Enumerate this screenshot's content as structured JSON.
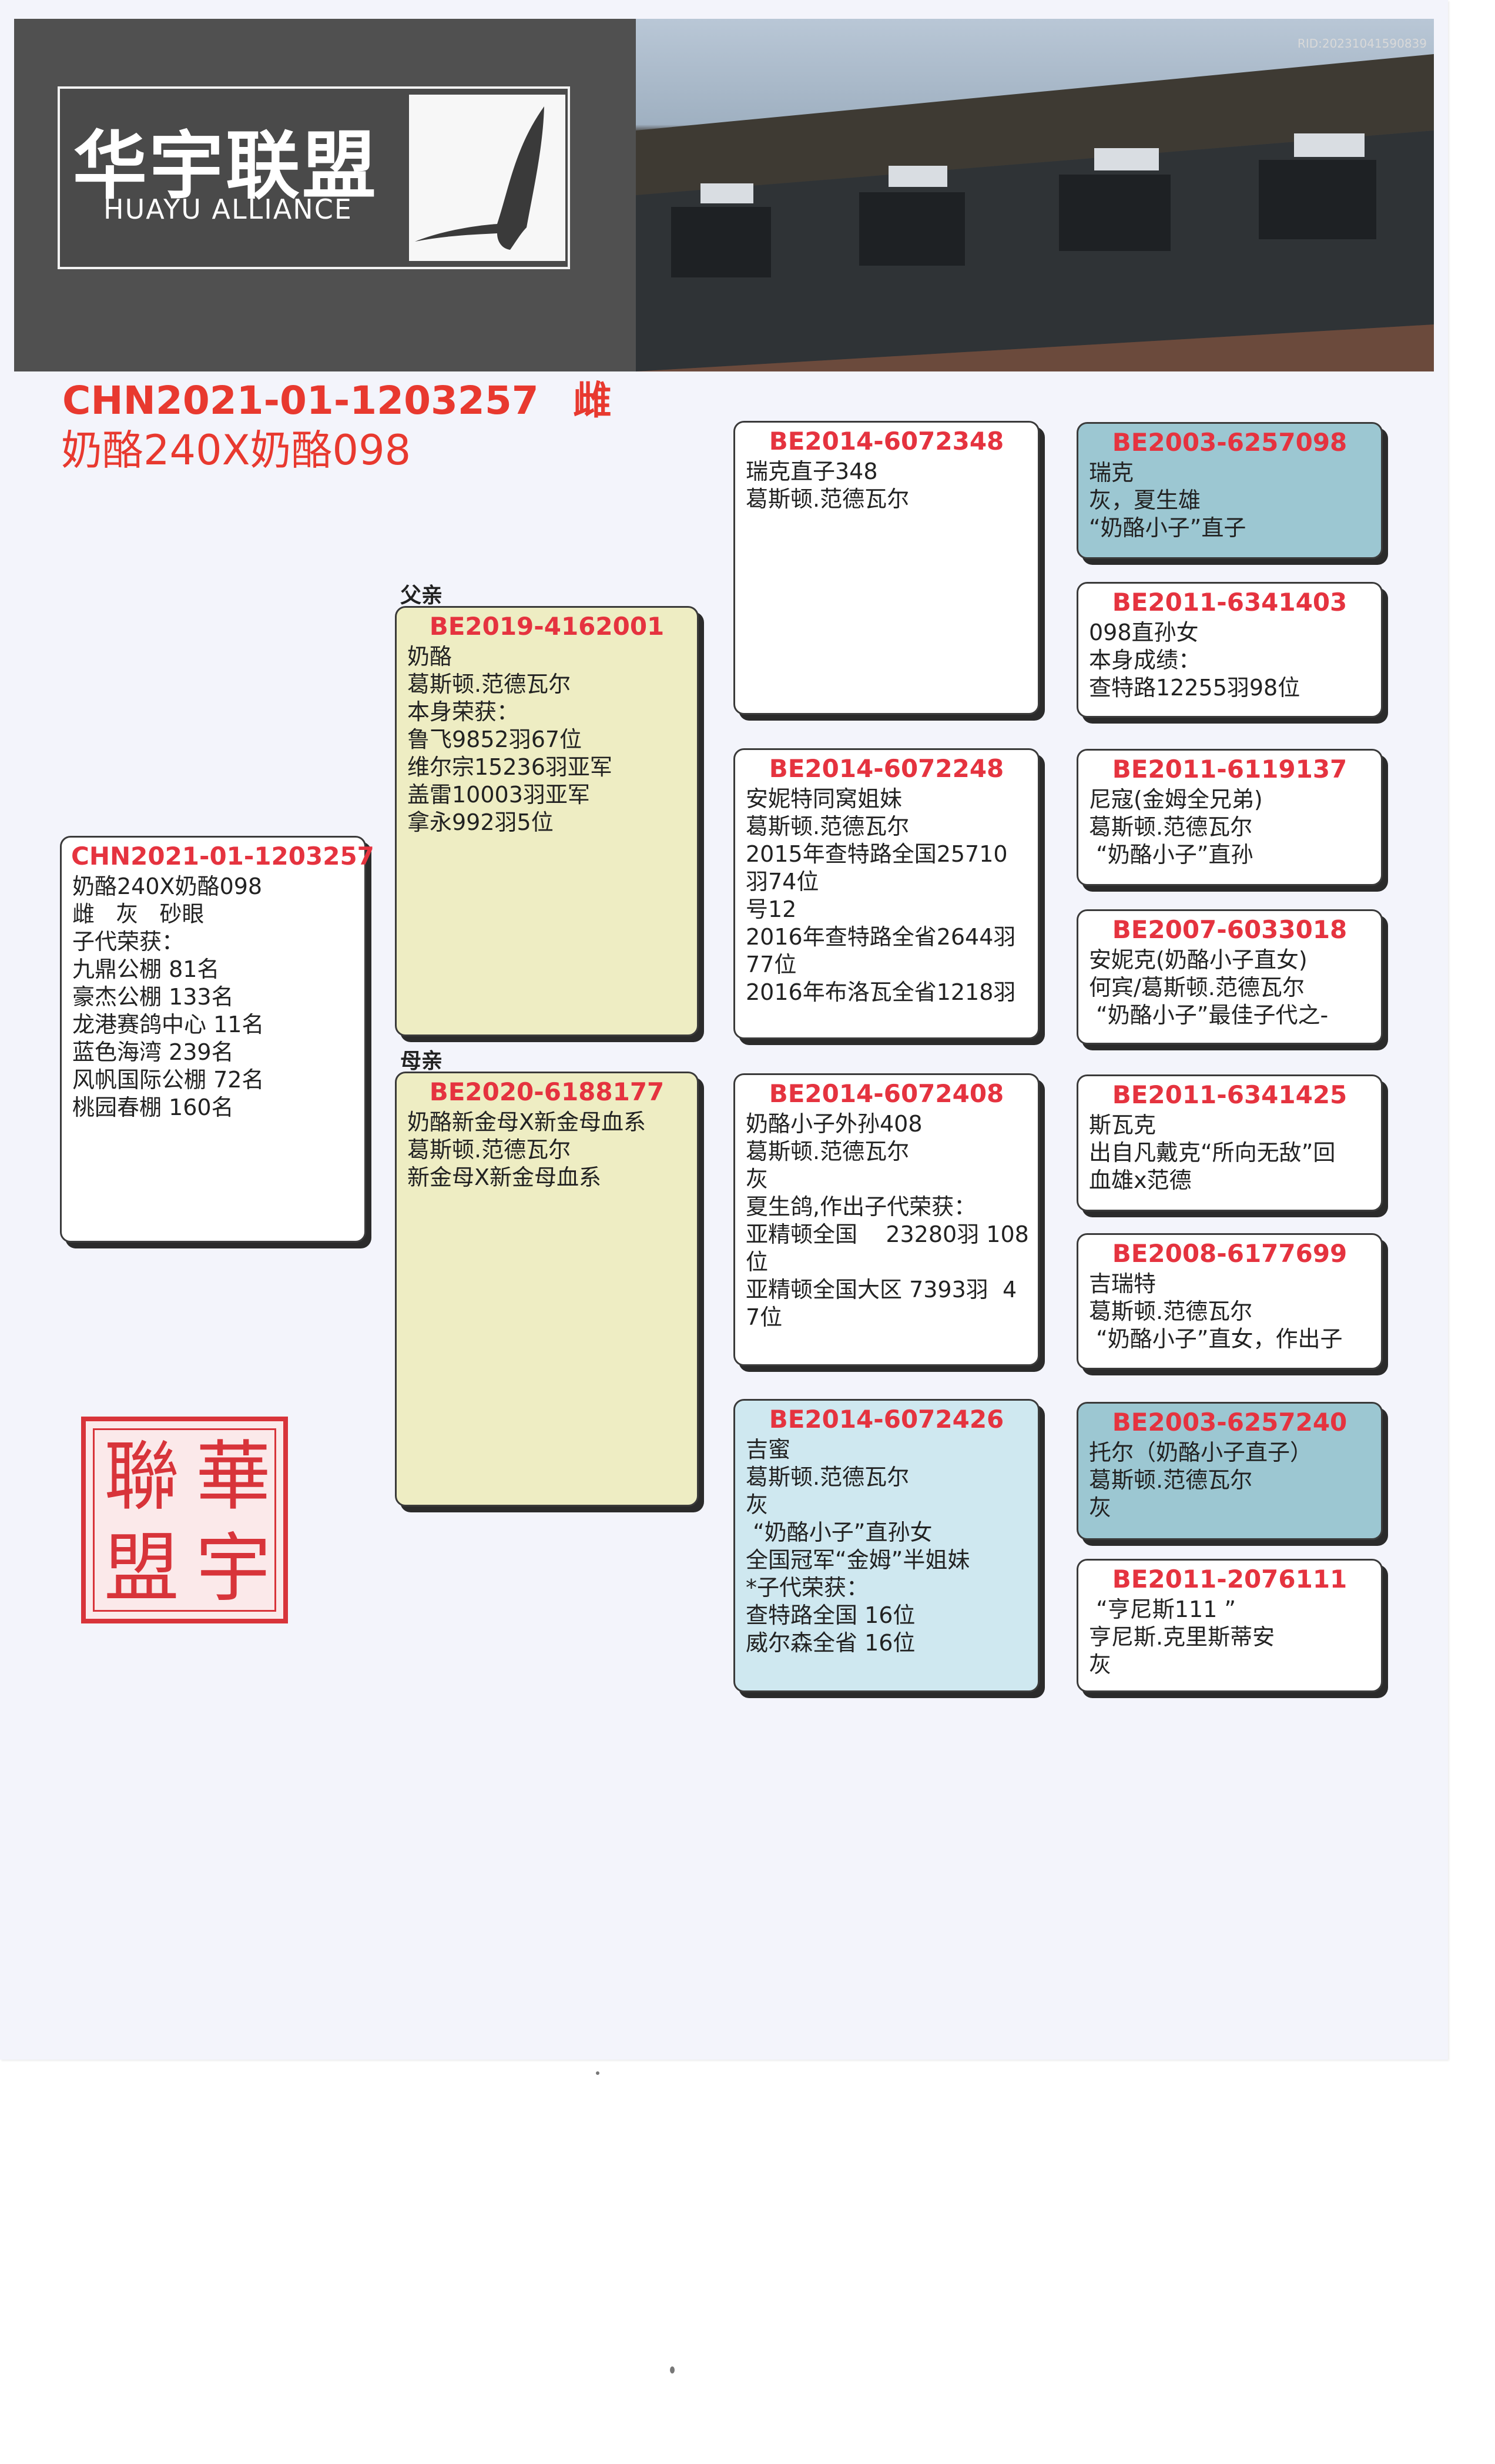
{
  "header": {
    "logo_cn": "华宇联盟",
    "logo_en": "HUAYU ALLIANCE",
    "photo_id": "RID:20231041590839",
    "ring": "CHN2021-01-1203257",
    "sex": "雌",
    "pedigree": "奶酪240X奶酪098"
  },
  "tags": {
    "father": "父亲",
    "mother": "母亲"
  },
  "subject": {
    "ring": "CHN2021-01-1203257",
    "lines": [
      "奶酪240X奶酪098",
      "雌   灰   砂眼",
      "子代荣获：",
      "九鼎公棚 81名",
      "豪杰公棚 133名",
      "龙港赛鸽中心 11名",
      "蓝色海湾 239名",
      "风帆国际公棚 72名",
      "桃园春棚 160名"
    ]
  },
  "sire": {
    "ring": "BE2019-4162001",
    "lines": [
      "奶酪",
      "葛斯顿.范德瓦尔",
      "本身荣获：",
      "鲁飞9852羽67位",
      "维尔宗15236羽亚军",
      "盖雷10003羽亚军",
      "拿永992羽5位"
    ]
  },
  "dam": {
    "ring": "BE2020-6188177",
    "lines": [
      "奶酪新金母X新金母血系",
      "葛斯顿.范德瓦尔",
      "新金母X新金母血系"
    ]
  },
  "grandparents": [
    {
      "ring": "BE2014-6072348",
      "lines": [
        "瑞克直子348",
        "葛斯顿.范德瓦尔"
      ]
    },
    {
      "ring": "BE2014-6072248",
      "lines": [
        "安妮特同窝姐妹",
        "葛斯顿.范德瓦尔",
        "2015年查特路全国25710",
        "羽74位",
        "号12",
        "2016年查特路全省2644羽",
        "77位",
        "2016年布洛瓦全省1218羽"
      ]
    },
    {
      "ring": "BE2014-6072408",
      "lines": [
        "奶酪小子外孙408",
        "葛斯顿.范德瓦尔",
        "灰",
        "夏生鸽,作出子代荣获：",
        "亚精顿全国    23280羽 108",
        "位",
        "亚精顿全国大区 7393羽  4",
        "7位"
      ]
    },
    {
      "ring": "BE2014-6072426",
      "lines": [
        "吉蜜",
        "葛斯顿.范德瓦尔",
        "灰",
        " “奶酪小子”直孙女",
        "全国冠军“金姆”半姐妹",
        "*子代荣获：",
        "查特路全国 16位",
        "威尔森全省 16位"
      ]
    }
  ],
  "great_grandparents": [
    {
      "ring": "BE2003-6257098",
      "lines": [
        "瑞克",
        "灰，夏生雄",
        "“奶酪小子”直子"
      ]
    },
    {
      "ring": "BE2011-6341403",
      "lines": [
        "098直孙女",
        "本身成绩：",
        "查特路12255羽98位"
      ]
    },
    {
      "ring": "BE2011-6119137",
      "lines": [
        "尼寇(金姆全兄弟)",
        "葛斯顿.范德瓦尔",
        " “奶酪小子”直孙"
      ]
    },
    {
      "ring": "BE2007-6033018",
      "lines": [
        "安妮克(奶酪小子直女)",
        "何宾/葛斯顿.范德瓦尔",
        " “奶酪小子”最佳子代之-"
      ]
    },
    {
      "ring": "BE2011-6341425",
      "lines": [
        "斯瓦克",
        "出自凡戴克“所向无敌”回",
        "血雄x范德"
      ]
    },
    {
      "ring": "BE2008-6177699",
      "lines": [
        "吉瑞特",
        "葛斯顿.范德瓦尔",
        " “奶酪小子”直女，作出子"
      ]
    },
    {
      "ring": "BE2003-6257240",
      "lines": [
        "托尔（奶酪小子直子）",
        "葛斯顿.范德瓦尔",
        "灰"
      ]
    },
    {
      "ring": "BE2011-2076111",
      "lines": [
        " “亨尼斯111 ”",
        "亨尼斯.克里斯蒂安",
        "灰"
      ]
    }
  ],
  "seal": {
    "chars": [
      "華",
      "宇",
      "聯",
      "盟"
    ]
  },
  "colors": {
    "ring_red": "#e5333f",
    "sire_bg": "#eeedc3",
    "dam_bg": "#eeedc3",
    "teal_bg": "#9cc7d2",
    "cyan_bg": "#cfe8f0",
    "seal_red": "#d8343a"
  }
}
